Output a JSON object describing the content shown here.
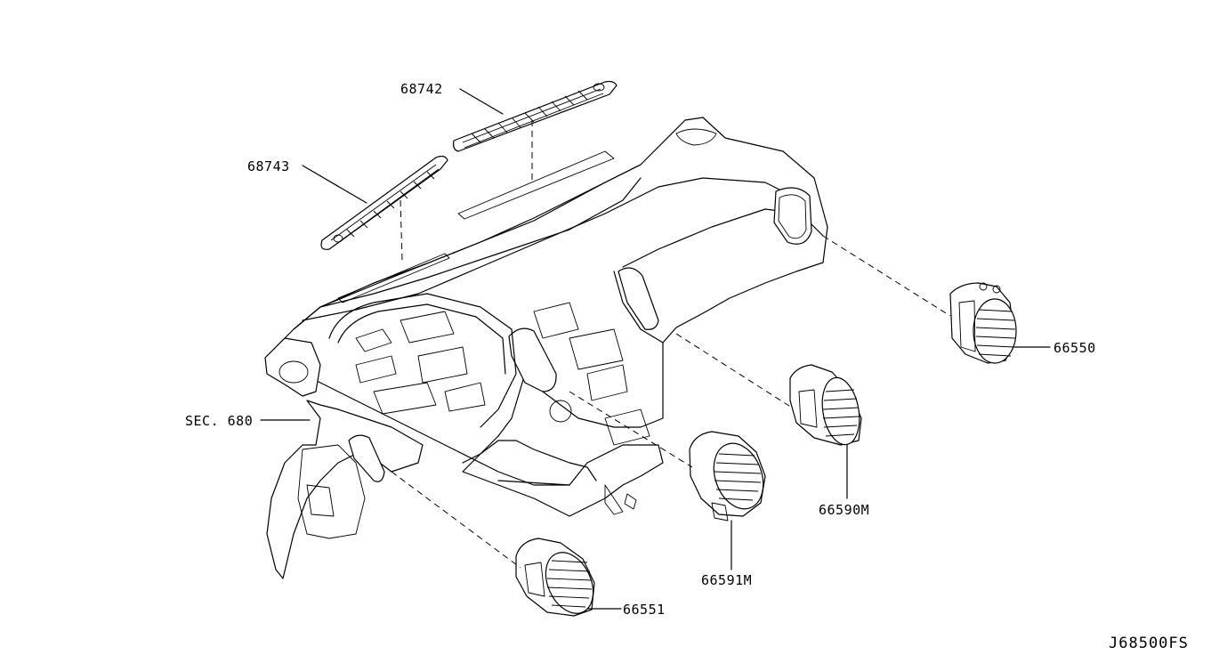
{
  "diagram": {
    "diagram_code": "J68500FS",
    "callouts": {
      "p68742": "68742",
      "p68743": "68743",
      "sec680": "SEC. 680",
      "p66550": "66550",
      "p66590m": "66590M",
      "p66591m": "66591M",
      "p66551": "66551"
    }
  }
}
